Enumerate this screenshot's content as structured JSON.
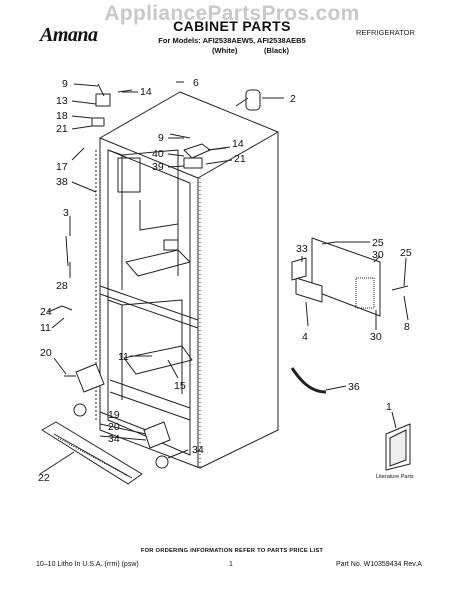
{
  "watermark": "AppliancePartsPros.com",
  "brand": "Amana",
  "category": "REFRIGERATOR",
  "title": "CABINET PARTS",
  "models": "For Models: AFI2538AEW5, AFI2538AEB5",
  "variant_white": "(White)",
  "variant_black": "(Black)",
  "literature_label": "Literature Parts",
  "callouts": {
    "c9a": "9",
    "c14a": "14",
    "c6": "6",
    "c2": "2",
    "c13": "13",
    "c18": "18",
    "c21a": "21",
    "c17": "17",
    "c9b": "9",
    "c14b": "14",
    "c40": "40",
    "c21b": "21",
    "c39": "39",
    "c38": "38",
    "c3": "3",
    "c28": "28",
    "c24": "24",
    "c11a": "11",
    "c33": "33",
    "c25a": "25",
    "c30a": "30",
    "c25b": "25",
    "c4": "4",
    "c8": "8",
    "c30b": "30",
    "c11b": "11",
    "c15": "15",
    "c20a": "20",
    "c36": "36",
    "c1": "1",
    "c19": "19",
    "c20b": "20",
    "c34a": "34",
    "c34b": "34",
    "c22": "22"
  },
  "footer": {
    "note": "FOR ORDERING INFORMATION REFER TO PARTS PRICE LIST",
    "left": "10–10 Litho In U.S.A. (rrm) (psw)",
    "page": "1",
    "right": "Part No. W10359434 Rev.A"
  }
}
